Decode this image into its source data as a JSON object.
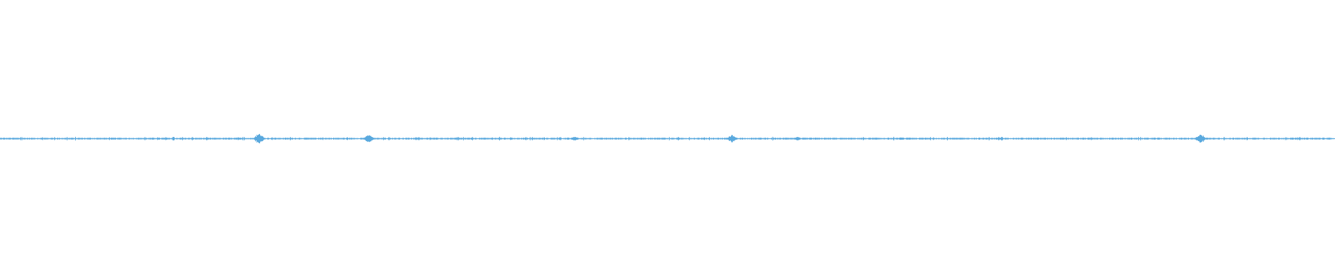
{
  "waveform": {
    "color": "#5aa9de",
    "background": "#ffffff",
    "bursts": [
      {
        "at": 0.194,
        "amplitude": 0.035
      },
      {
        "at": 0.276,
        "amplitude": 0.03
      },
      {
        "at": 0.314,
        "amplitude": 0.01
      },
      {
        "at": 0.43,
        "amplitude": 0.018
      },
      {
        "at": 0.48,
        "amplitude": 0.008
      },
      {
        "at": 0.497,
        "amplitude": 0.01
      },
      {
        "at": 0.548,
        "amplitude": 0.028
      },
      {
        "at": 0.597,
        "amplitude": 0.014
      },
      {
        "at": 0.675,
        "amplitude": 0.012
      },
      {
        "at": 0.744,
        "amplitude": 0.006
      },
      {
        "at": 0.899,
        "amplitude": 0.032
      }
    ]
  }
}
